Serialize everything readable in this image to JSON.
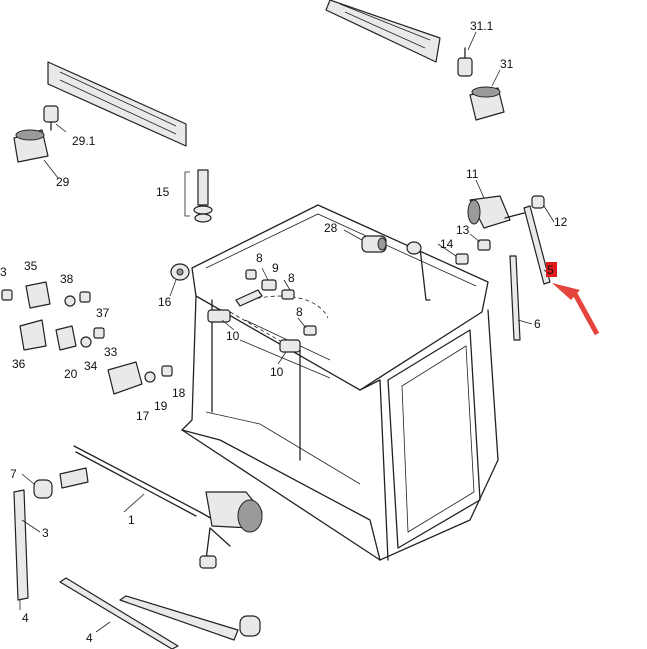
{
  "figure": {
    "highlight_color": "#e01b1b",
    "arrow_color": "#e5453c",
    "highlighted_label": "5",
    "labels": [
      "31.1",
      "31",
      "29.1",
      "29",
      "15",
      "28",
      "11",
      "12",
      "13",
      "14",
      "5",
      "6",
      "16",
      "8",
      "9",
      "8",
      "8",
      "10",
      "10",
      "3",
      "35",
      "38",
      "37",
      "36",
      "20",
      "34",
      "33",
      "17",
      "19",
      "18",
      "7",
      "1",
      "3",
      "4",
      "4"
    ]
  }
}
